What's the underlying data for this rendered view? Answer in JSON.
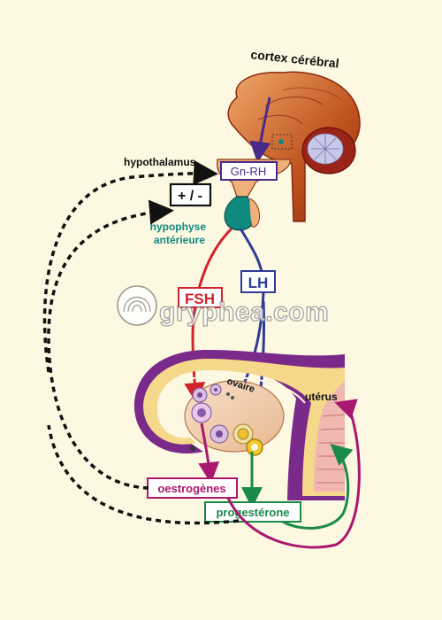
{
  "labels": {
    "cortex": "cortex cérébral",
    "hypothalamus": "hypothalamus",
    "gnrh": "Gn-RH",
    "feedback": "+ / -",
    "hypophyse_line1": "hypophyse",
    "hypophyse_line2": "antérieure",
    "fsh": "FSH",
    "lh": "LH",
    "ovaire": "ovaire",
    "uterus": "utérus",
    "oestrogenes": "oestrogènes",
    "progesterone": "progestérone"
  },
  "watermark": "gryphea.com",
  "colors": {
    "background": "#fdf8e1",
    "brain": "#b5461a",
    "pituitary": "#0f8a80",
    "gnrh": "#4a2a8a",
    "fsh": "#d2232a",
    "lh": "#2e3c96",
    "oestrogenes": "#a8186e",
    "progesterone": "#1a8a4a",
    "uterus_wall": "#7a2a8a",
    "feedback": "#111111"
  }
}
